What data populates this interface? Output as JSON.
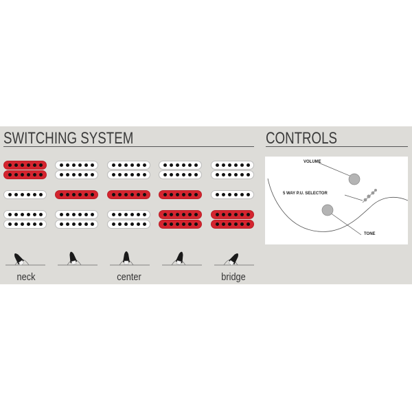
{
  "switching": {
    "title": "SWITCHING SYSTEM",
    "positions": [
      {
        "rows": [
          "red",
          "red",
          "white",
          "white",
          "white"
        ]
      },
      {
        "rows": [
          "white",
          "white",
          "red",
          "white",
          "white"
        ]
      },
      {
        "rows": [
          "white",
          "white",
          "red",
          "white",
          "white"
        ]
      },
      {
        "rows": [
          "white",
          "white",
          "red",
          "red",
          "red"
        ]
      },
      {
        "rows": [
          "white",
          "white",
          "white",
          "red",
          "red"
        ]
      }
    ],
    "labels": {
      "neck": "neck",
      "center": "center",
      "bridge": "bridge"
    }
  },
  "controls": {
    "title": "CONTROLS",
    "volume": "VOLUME",
    "selector": "5 WAY P.U. SELECTOR",
    "tone": "TONE"
  },
  "colors": {
    "panel": "#dddcd8",
    "red": "#d4252f",
    "white": "#fdfdfd",
    "ink": "#333333"
  }
}
